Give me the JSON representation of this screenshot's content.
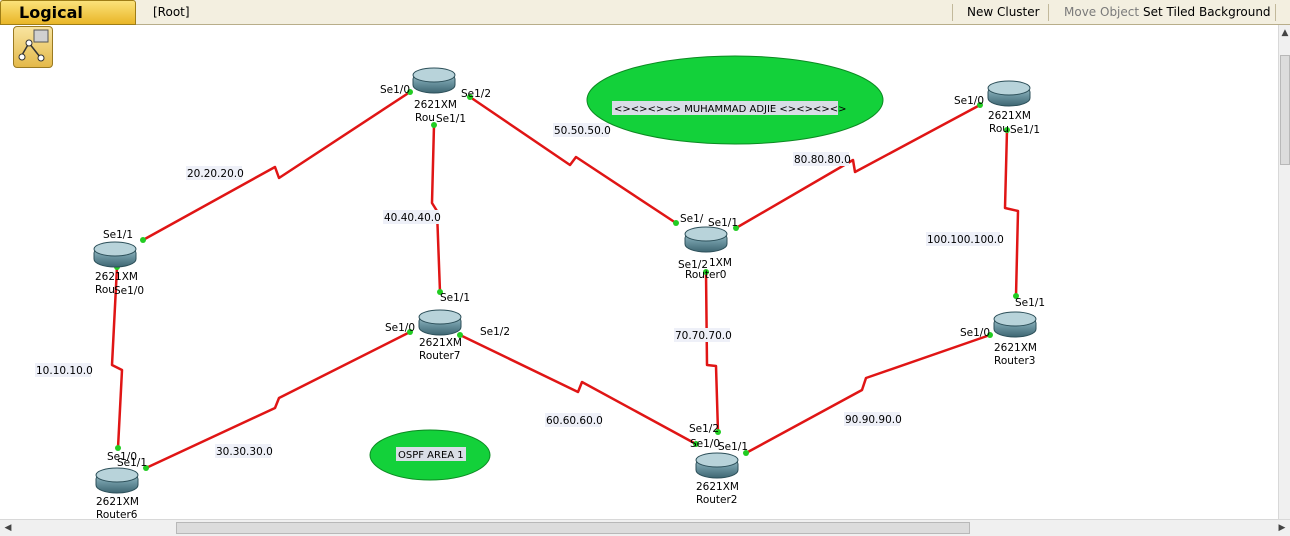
{
  "toolbar": {
    "tab_title": "Logical",
    "breadcrumb": "[Root]",
    "new_cluster": "New Cluster",
    "move_object": "Move Object",
    "set_tiled_background": "Set Tiled Background"
  },
  "labels": {
    "banner": "<><><><> MUHAMMAD ADJIE <><><><>",
    "area": "OSPF AREA 1"
  },
  "links": {
    "l1": "20.20.20.0",
    "l2": "50.50.50.0",
    "l3": "80.80.80.0",
    "l4": "40.40.40.0",
    "l5": "100.100.100.0",
    "l6": "10.10.10.0",
    "l7": "70.70.70.0",
    "l8": "30.30.30.0",
    "l9": "60.60.60.0",
    "l10": "90.90.90.0"
  },
  "routers": {
    "top": {
      "model": "2621XM",
      "name": "Rou"
    },
    "topright": {
      "model": "2621XM",
      "name": "Rou"
    },
    "left": {
      "model": "2621XM",
      "name": "Rou"
    },
    "r0": {
      "model": "1XM",
      "name": "Router0"
    },
    "r7": {
      "model": "2621XM",
      "name": "Router7"
    },
    "r3": {
      "model": "2621XM",
      "name": "Router3"
    },
    "r6": {
      "model": "2621XM",
      "name": "Router6"
    },
    "r2": {
      "model": "2621XM",
      "name": "Router2"
    }
  },
  "ports": {
    "top_se10": "Se1/0",
    "top_se12": "Se1/2",
    "top_se11": "Se1/1",
    "tr_se10": "Se1/0",
    "tr_se11": "Se1/1",
    "left_se11": "Se1/1",
    "left_se10": "Se1/0",
    "r0_se1": "Se1/",
    "r0_se11": "Se1/1",
    "r0_se12": "Se1/2",
    "r7_se11": "Se1/1",
    "r7_se10": "Se1/0",
    "r7_se12": "Se1/2",
    "r3_se11": "Se1/1",
    "r3_se10": "Se1/0",
    "r6_se10": "Se1/0",
    "r6_se11": "Se1/1",
    "r2_se12": "Se1/2",
    "r2_se10": "Se1/0",
    "r2_se11": "Se1/1"
  },
  "colors": {
    "link": "#e01515",
    "port_dot": "#22cc22",
    "ellipse": "#13d13a",
    "tab": "#efc53c"
  }
}
